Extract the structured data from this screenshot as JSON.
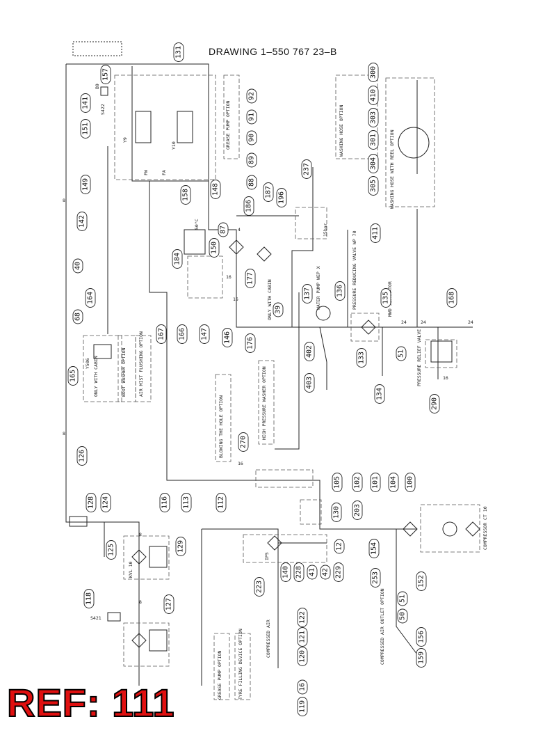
{
  "drawing": {
    "title": "DRAWING  1–550 767 23–B"
  },
  "ref": {
    "label": "REF: 111"
  },
  "labels": {
    "grease_pump_option_top": "GREASE PUMP OPTION",
    "washing_hose_option": "WASHING HOSE OPTION",
    "washing_hose_reel_option": "WASHING HOSE WITH REEL OPTION",
    "only_with_cabin_mid": "ONLY WITH CABIN",
    "only_with_cabin_left": "ONLY WITH CABIN",
    "boot_washer_option": "BOOT WASHER OPTION",
    "air_mist_flushing_option": "AIR MIST FLUSHING OPTION",
    "blowing_hole_option": "BLOWING THE HOLE OPTION",
    "high_pressure_washer_option": "HIGH PRESSURE WASHER OPTION",
    "water_pump": "WATER PUMP WEP X",
    "pressure_reducing_valve": "PRESSURE REDUCING VALVE WP 70",
    "mwd_separator": "MWD SEPARATOR",
    "pressure_relief_valve": "PRESSURE RELIEF VALVE",
    "compressor": "COMPRESSOR CT 10",
    "compressed_air_outlet_option": "COMPRESSED AIR OUTLET OPTION",
    "compressed_air": "COMPRESSED AIR",
    "grease_pump_option_bottom": "GREASE PUMP OPTION",
    "tyre_filling_device_option": "TYRE FILLING DEVICE OPTION",
    "kvl10": "KVL 10",
    "s421": "S421",
    "s422": "S422",
    "b9": "B9",
    "y9": "Y9",
    "y10": "Y10",
    "y506": "Y506",
    "fw": "FW",
    "fa": "FA",
    "ip5": "IP5",
    "bar15": "15bar",
    "temp50": "50°C",
    "pressure_8a": "8",
    "pressure_8b": "8",
    "pressure_8c": "8",
    "pressure_8d": "8",
    "pressure_16a": "16",
    "pressure_16b": "16",
    "pressure_16c": "16",
    "pressure_16d": "16",
    "pressure_24a": "24",
    "pressure_24b": "24",
    "pressure_24c": "24",
    "pressure_4": "4"
  },
  "callouts": [
    "131",
    "157",
    "141",
    "151",
    "149",
    "142",
    "40",
    "164",
    "68",
    "165",
    "88",
    "89",
    "90",
    "91",
    "92",
    "148",
    "187",
    "196",
    "237",
    "186",
    "87",
    "150",
    "158",
    "184",
    "177",
    "176",
    "146",
    "147",
    "166",
    "167",
    "39",
    "137",
    "136",
    "135",
    "168",
    "402",
    "403",
    "133",
    "51",
    "134",
    "290",
    "411",
    "300",
    "410",
    "303",
    "301",
    "304",
    "305",
    "270",
    "105",
    "130",
    "12",
    "102",
    "101",
    "104",
    "100",
    "203",
    "154",
    "253",
    "152",
    "51",
    "50",
    "156",
    "159",
    "116",
    "113",
    "112",
    "128",
    "124",
    "125",
    "126",
    "129",
    "118",
    "127",
    "140",
    "228",
    "41",
    "42",
    "229",
    "223",
    "122",
    "121",
    "120",
    "16",
    "119"
  ]
}
